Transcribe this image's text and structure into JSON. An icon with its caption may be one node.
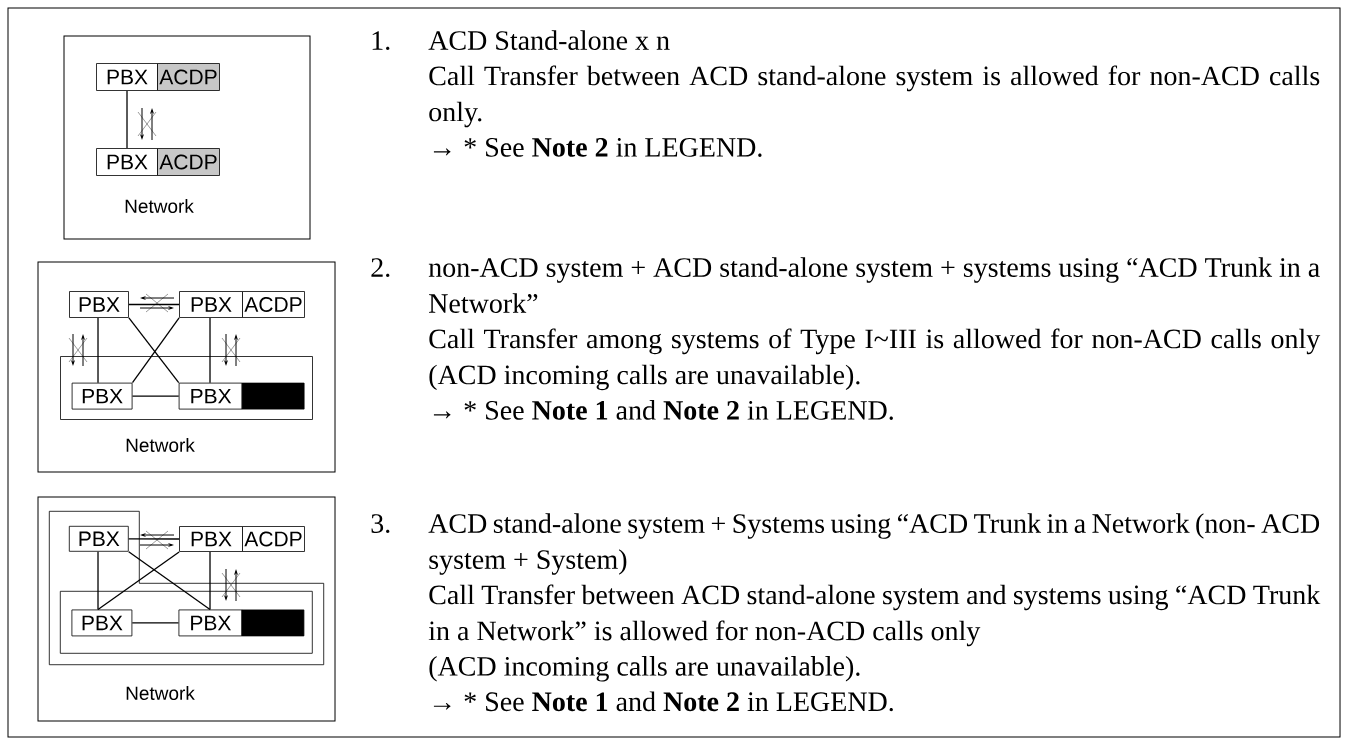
{
  "diagram": {
    "nodes": [
      {
        "text": [
          "Network"
        ]
      },
      {
        "text": [
          "PBX"
        ],
        "in": 0
      },
      {
        "text": [
          "ACDP"
        ],
        "in": 0
      },
      {
        "text": [
          "PBX"
        ],
        "in": 0
      },
      {
        "text": [
          "ACDP"
        ],
        "in": 0
      },
      {
        "text": [
          "Network"
        ]
      },
      {
        "text": [
          "PBX"
        ],
        "in": 5
      },
      {
        "text": [
          "PBX"
        ],
        "in": 5
      },
      {
        "text": [
          "ACDP"
        ],
        "in": 5
      },
      {
        "text": [],
        "shape": "box",
        "in": 5
      },
      {
        "text": [
          "PBX"
        ],
        "in": 9
      },
      {
        "text": [
          "PBX"
        ],
        "in": 9
      },
      {
        "text": [],
        "shape": "bar",
        "in": 9
      },
      {
        "text": [
          "Network"
        ]
      },
      {
        "text": [],
        "shape": "box",
        "in": 13
      },
      {
        "text": [
          "PBX"
        ],
        "in": 14
      },
      {
        "text": [
          "PBX"
        ],
        "in": 13
      },
      {
        "text": [
          "ACDP"
        ],
        "in": 13
      },
      {
        "text": [],
        "shape": "box",
        "in": 14
      },
      {
        "text": [
          "PBX"
        ],
        "in": 18
      },
      {
        "text": [
          "PBX"
        ],
        "in": 18
      },
      {
        "text": [],
        "shape": "bar",
        "in": 18
      }
    ],
    "edges": [
      {
        "from": 1,
        "to": 3,
        "arrow": "none"
      },
      {
        "from": 6,
        "to": 7,
        "arrow": "none"
      },
      {
        "from": 6,
        "to": 10,
        "arrow": "none"
      },
      {
        "from": 7,
        "to": 11,
        "arrow": "none"
      },
      {
        "from": 6,
        "to": 11,
        "arrow": "none"
      },
      {
        "from": 7,
        "to": 10,
        "arrow": "none"
      },
      {
        "from": 10,
        "to": 11,
        "arrow": "none"
      },
      {
        "from": 15,
        "to": 16,
        "arrow": "none"
      },
      {
        "from": 15,
        "to": 19,
        "arrow": "none"
      },
      {
        "from": 16,
        "to": 20,
        "arrow": "none"
      },
      {
        "from": 15,
        "to": 20,
        "arrow": "none"
      },
      {
        "from": 16,
        "to": 19,
        "arrow": "none"
      },
      {
        "from": 19,
        "to": 20,
        "arrow": "none"
      }
    ],
    "labels": [
      "1.",
      "ACD Stand-alone x n",
      "Call Transfer between ACD stand-alone system is allowed for non-ACD calls only.",
      "→ * See **Note 2** in LEGEND.",
      "2.",
      "non-ACD system + ACD stand-alone system + systems using “ACD Trunk in a Network”",
      "Call Transfer among systems of Type I~III is allowed for non-ACD calls only (ACD incoming calls are unavailable).",
      "→ * See **Note 1** and **Note 2** in LEGEND.",
      "3.",
      "ACD stand-alone system + Systems using “ACD Trunk in a Network (non- ACD system + System)",
      "Call Transfer between ACD stand-alone system and systems using “ACD Trunk in a Network” is allowed for non-ACD calls only",
      "(ACD incoming calls are unavailable).",
      "→ * See **Note 1** and **Note 2** in LEGEND."
    ]
  }
}
